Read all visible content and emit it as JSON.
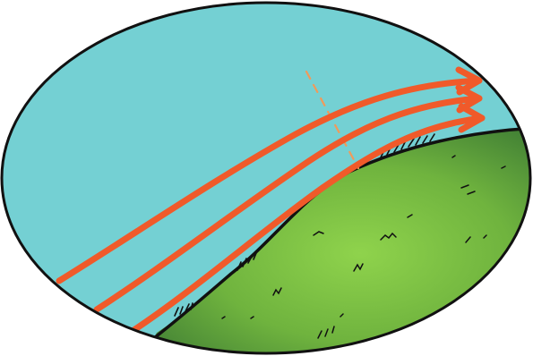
{
  "scene": {
    "colors": {
      "background": "#ffffff",
      "sky": "#74d0d3",
      "grass_light": "#8fd34c",
      "grass_mid": "#6fb33e",
      "grass_dark": "#3f7d34",
      "outline": "#111111",
      "wind_arrow": "#f05a2a",
      "dashed_line": "#f09a5a"
    },
    "elements": [
      "sky-region",
      "hill-slope",
      "wind-arrow-top",
      "wind-arrow-middle",
      "wind-arrow-bottom",
      "dashed-reference-line",
      "grass-tufts"
    ],
    "wind_arrow_count": 3
  }
}
